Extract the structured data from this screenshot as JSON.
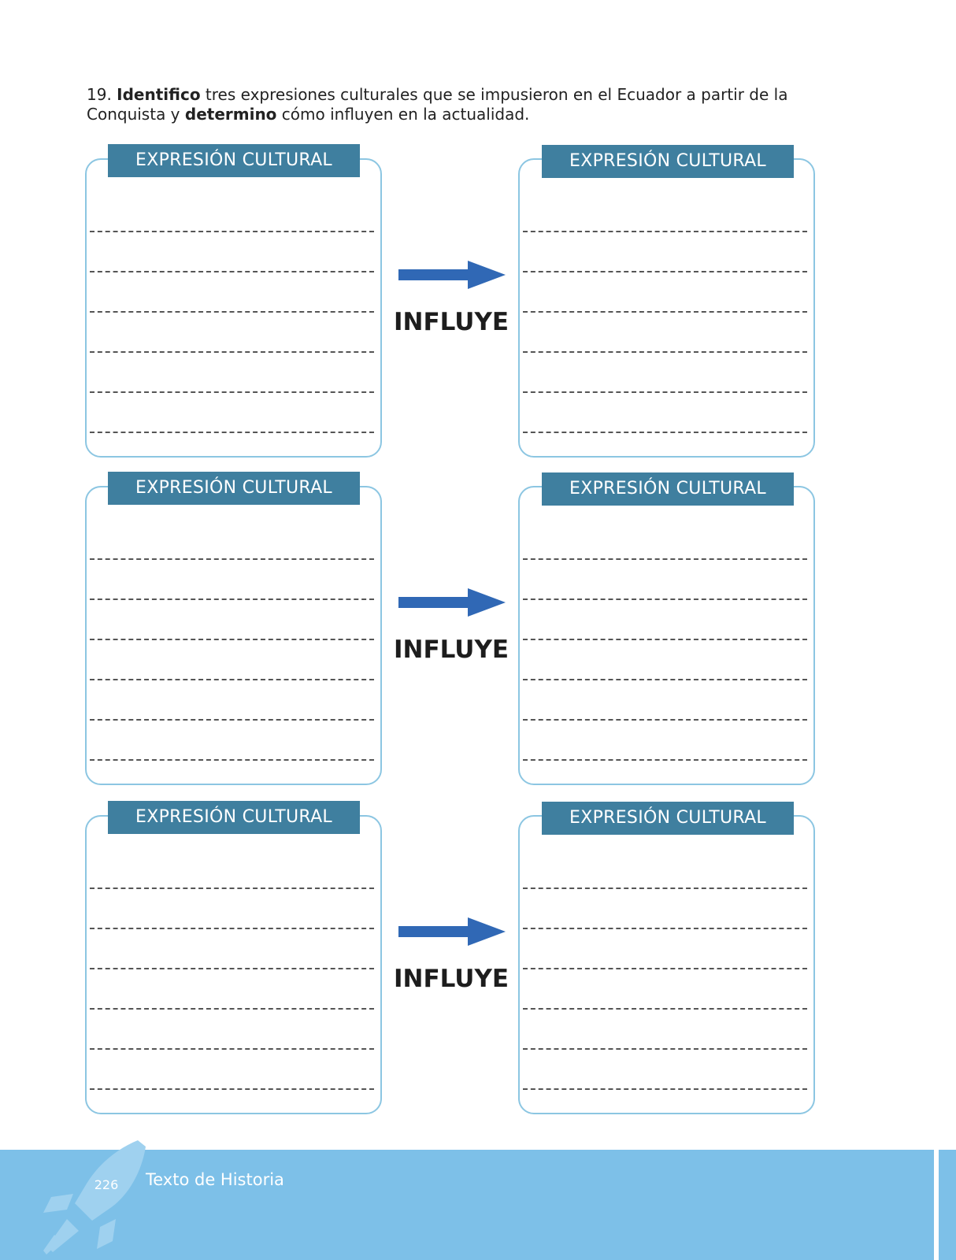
{
  "instruction": {
    "number": "19.",
    "verb1": "Identifico",
    "text1": " tres expresiones culturales que se impusieron en el Ecuador a partir de la Conquista y ",
    "verb2": "determino",
    "text2": " cómo influyen en la actualidad."
  },
  "rows": [
    {
      "left_label": "EXPRESIÓN CULTURAL",
      "right_label": "EXPRESIÓN CULTURAL",
      "connector": "INFLUYE"
    },
    {
      "left_label": "EXPRESIÓN CULTURAL",
      "right_label": "EXPRESIÓN CULTURAL",
      "connector": "INFLUYE"
    },
    {
      "left_label": "EXPRESIÓN CULTURAL",
      "right_label": "EXPRESIÓN CULTURAL",
      "connector": "INFLUYE"
    }
  ],
  "footer": {
    "page_number": "226",
    "book_title": "Texto de Historia",
    "icon": "rocket-icon"
  },
  "colors": {
    "tag_background": "#3f7f9f",
    "box_border": "#8cc6e2",
    "arrow": "#3068b5",
    "footer_background": "#7dc0e8"
  }
}
